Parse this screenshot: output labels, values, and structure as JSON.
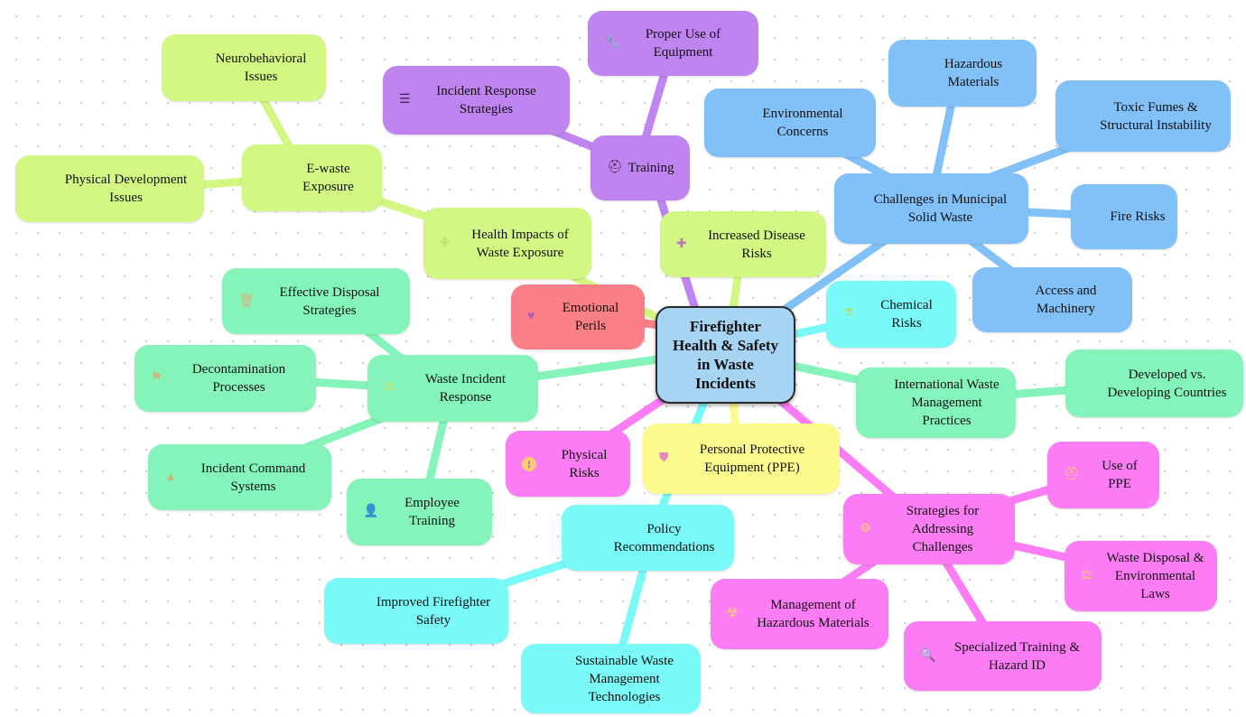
{
  "root": "Firefighter Health & Safety in Waste Incidents",
  "colors": {
    "purple": "#c084f0",
    "blue": "#82c0f8",
    "lime": "#d2f783",
    "red": "#fb7f86",
    "cyan": "#79f9f7",
    "mint": "#84f4bb",
    "yellow": "#fcfc8e",
    "pink": "#fc7cf5",
    "root": "#a8d4f4"
  },
  "nodes": {
    "training": "Training",
    "proper_use": "Proper Use of Equipment",
    "incident_response": "Incident Response Strategies",
    "challenges_msw": "Challenges in Municipal Solid Waste",
    "hazardous_materials": "Hazardous Materials",
    "environmental_concerns": "Environmental Concerns",
    "toxic_fumes": "Toxic Fumes & Structural Instability",
    "fire_risks": "Fire Risks",
    "access_machinery": "Access and Machinery",
    "health_impacts": "Health Impacts of Waste Exposure",
    "ewaste": "E-waste Exposure",
    "neurobehavioral": "Neurobehavioral Issues",
    "physical_development": "Physical Development Issues",
    "increased_disease": "Increased Disease Risks",
    "emotional_perils": "Emotional Perils",
    "chemical_risks": "Chemical Risks",
    "waste_incident_response": "Waste Incident Response",
    "effective_disposal": "Effective Disposal Strategies",
    "decontamination": "Decontamination Processes",
    "incident_command": "Incident Command Systems",
    "employee_training": "Employee Training",
    "international_practices": "International Waste Management Practices",
    "developed_developing": "Developed vs. Developing Countries",
    "physical_risks": "Physical Risks",
    "ppe": "Personal Protective Equipment (PPE)",
    "policy_recommendations": "Policy Recommendations",
    "improved_safety": "Improved Firefighter Safety",
    "sustainable_tech": "Sustainable Waste Management Technologies",
    "strategies": "Strategies for Addressing Challenges",
    "use_ppe": "Use of PPE",
    "waste_disposal_laws": "Waste Disposal & Environmental Laws",
    "management_hazardous": "Management of Hazardous Materials",
    "specialized_training": "Specialized Training & Hazard ID"
  },
  "icons": {
    "training": "⛑",
    "proper_use": "🔧",
    "incident_response": "☰",
    "health_impacts": "✚",
    "increased_disease": "✚",
    "emotional_perils": "♥",
    "chemical_risks": "⚗",
    "waste_incident_response": "♻",
    "effective_disposal": "🗑",
    "decontamination": "⚑",
    "incident_command": "▲",
    "employee_training": "👤",
    "physical_risks": "!",
    "ppe": "⛊",
    "strategies": "⚙",
    "use_ppe": "⛑",
    "waste_disposal_laws": "⚖",
    "management_hazardous": "☢",
    "specialized_training": "🔍"
  }
}
